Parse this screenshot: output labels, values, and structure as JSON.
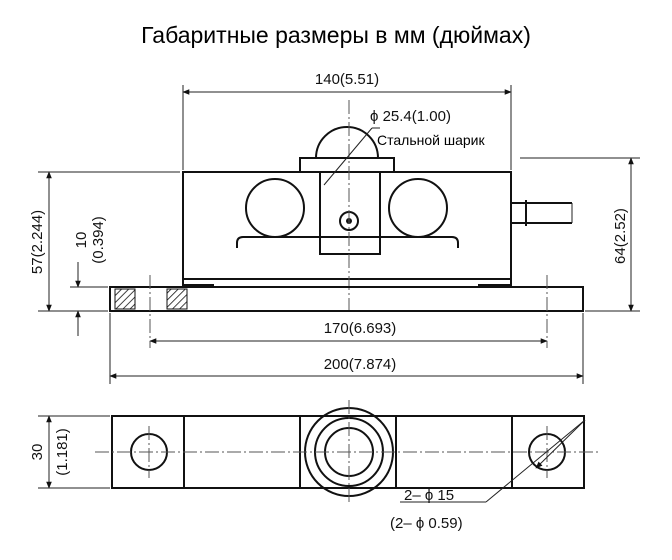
{
  "title": "Габаритные размеры в мм (дюймах)",
  "dimensions": {
    "top_length": "140(5.51)",
    "ball_dia": "ϕ 25.4(1.00)",
    "ball_label": "Стальной шарик",
    "left_height": "57(2.244)",
    "base_thk_mm": "10",
    "base_thk_in": "(0.394)",
    "right_height": "64(2.52)",
    "hole_spacing": "170(6.693)",
    "total_length": "200(7.874)",
    "width_mm": "30",
    "width_in": "(1.181)",
    "holes_mm": "2– ϕ 15",
    "holes_in": "(2– ϕ 0.59)"
  }
}
